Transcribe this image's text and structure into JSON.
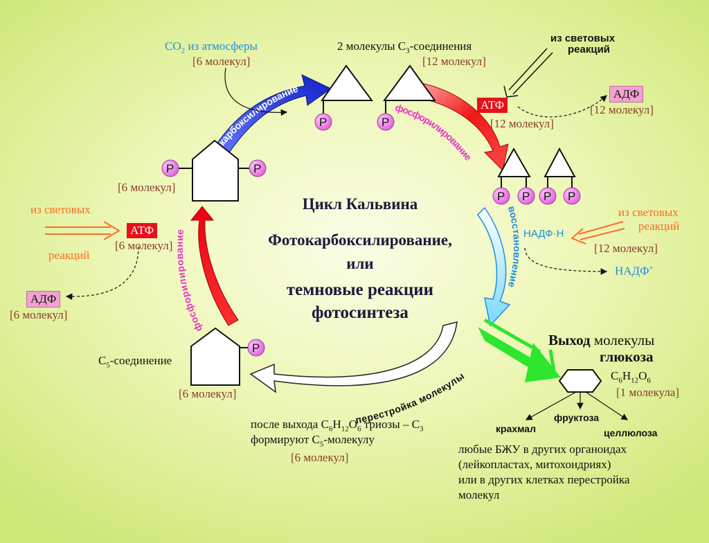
{
  "title": "Цикл Кальвина",
  "subtitle_1": "Фотокарбоксилирование,",
  "subtitle_2": "или",
  "subtitle_3": "темновые реакции",
  "subtitle_4": "фотосинтеза",
  "co2": {
    "label": "CO",
    "sub": "2",
    "rest": " из атмосферы",
    "count": "[6 молекул]"
  },
  "c3": {
    "label_pre": "2 молекулы C",
    "sub": "3",
    "label_post": "-соединения",
    "count": "[12 молекул]"
  },
  "light_top": {
    "line1": "из световых",
    "line2": "реакций"
  },
  "atp_top": {
    "label": "АТФ",
    "count": "[12 молекул]"
  },
  "adp_top": {
    "label": "АДФ",
    "count": "[12 молекул]"
  },
  "left_block": {
    "count": "[6 молекул]"
  },
  "light_left": {
    "line1": "из световых",
    "line2": "реакций"
  },
  "atp_left": {
    "label": "АТФ",
    "count": "[6 молекул]"
  },
  "adp_left": {
    "label": "АДФ",
    "count": "[6 молекул]"
  },
  "light_right": {
    "line1": "из световых",
    "line2": "реакций"
  },
  "nadph": {
    "label": "НАДФ·Н",
    "count": "[12 молекул]"
  },
  "nadp": {
    "label": "НАДФ",
    "sup": "+"
  },
  "c5": {
    "label_pre": "C",
    "sub": "5",
    "label_post": "-соединение",
    "count": "[6 молекул]"
  },
  "after_exit": {
    "line1_pre": "после выхода C",
    "s1": "6",
    "h": "H",
    "s2": "12",
    "o": "O",
    "s3": "6",
    "line1_post": " триозы  – C",
    "s4": "3",
    "line2_pre": "формируют C",
    "s5": "5",
    "line2_post": "-молекулу",
    "count": "[6 молекул]"
  },
  "glucose": {
    "head_bold": "Выход",
    "head_rest": " молекулы",
    "line2": "глюкоза",
    "formula_c": "C",
    "fs1": "6",
    "formula_h": "H",
    "fs2": "12",
    "formula_o": "O",
    "fs3": "6",
    "count": "[1 молекула]"
  },
  "products": {
    "starch": "крахмал",
    "fructose": "фруктоза",
    "cellulose": "целлюлоза"
  },
  "other_usage": {
    "line1": "любые БЖУ в других органоидах",
    "line2": "(лейкопластах, митохондриях)",
    "line3": "или в других клетках перестройка",
    "line4": "молекул"
  },
  "arc_labels": {
    "carboxylation": "карбоксилирование",
    "phosphorylation_right": "фосфорилирование",
    "reduction": "восстановление",
    "rearrangement": "перестройка молекулы",
    "phosphorylation_left": "фосфорилирование"
  },
  "p_label": "P",
  "colors": {
    "carboxylation": "#1c2fd8",
    "phosphorylation": "#e8101a",
    "reduction": "#9fe8ff",
    "rearrangement": "#ffffff",
    "exit_arrow": "#2ee62e",
    "p_circle": "#ea7ae0",
    "magenta_text": "#e838c8",
    "atp_bg": "#e8101a",
    "adp_bg": "#f1a3d0"
  }
}
